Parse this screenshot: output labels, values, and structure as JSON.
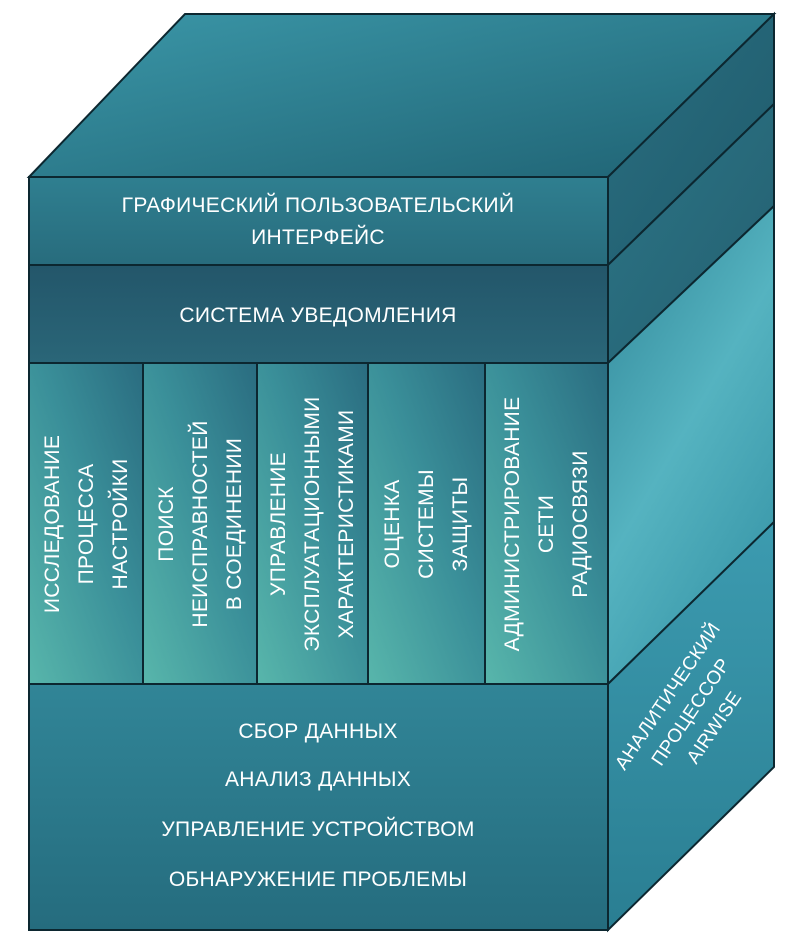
{
  "layers": {
    "gui": {
      "line1": "ГРАФИЧЕСКИЙ ПОЛЬЗОВАТЕЛЬСКИЙ",
      "line2": "ИНТЕРФЕЙС"
    },
    "notification": "СИСТЕМА УВЕДОМЛЕНИЯ",
    "modules": [
      {
        "lines": [
          "ИССЛЕДОВАНИЕ",
          "ПРОЦЕССА",
          "НАСТРОЙКИ"
        ]
      },
      {
        "lines": [
          "ПОИСК",
          "НЕИСПРАВНОСТЕЙ",
          "В СОЕДИНЕНИИ"
        ]
      },
      {
        "lines": [
          "УПРАВЛЕНИЕ",
          "ЭКСПЛУАТАЦИОННЫМИ",
          "ХАРАКТЕРИСТИКАМИ"
        ]
      },
      {
        "lines": [
          "ОЦЕНКА",
          "СИСТЕМЫ",
          "ЗАЩИТЫ"
        ]
      },
      {
        "lines": [
          "АДМИНИСТРИРОВАНИЕ",
          "СЕТИ",
          "РАДИОСВЯЗИ"
        ]
      }
    ],
    "base": [
      "СБОР ДАННЫХ",
      "АНАЛИЗ ДАННЫХ",
      "УПРАВЛЕНИЕ УСТРОЙСТВОМ",
      "ОБНАРУЖЕНИЕ ПРОБЛЕМЫ"
    ]
  },
  "side_label": [
    "АНАЛИТИЧЕСКИЙ",
    "ПРОЦЕССОР",
    "AIRWISE"
  ],
  "colors": {
    "top": "#2a7e8f",
    "gui": "#2a7585",
    "notif": "#245a6c",
    "base": "#2c7d90",
    "side": "#2a8aa0",
    "edge": "#0c2730"
  }
}
